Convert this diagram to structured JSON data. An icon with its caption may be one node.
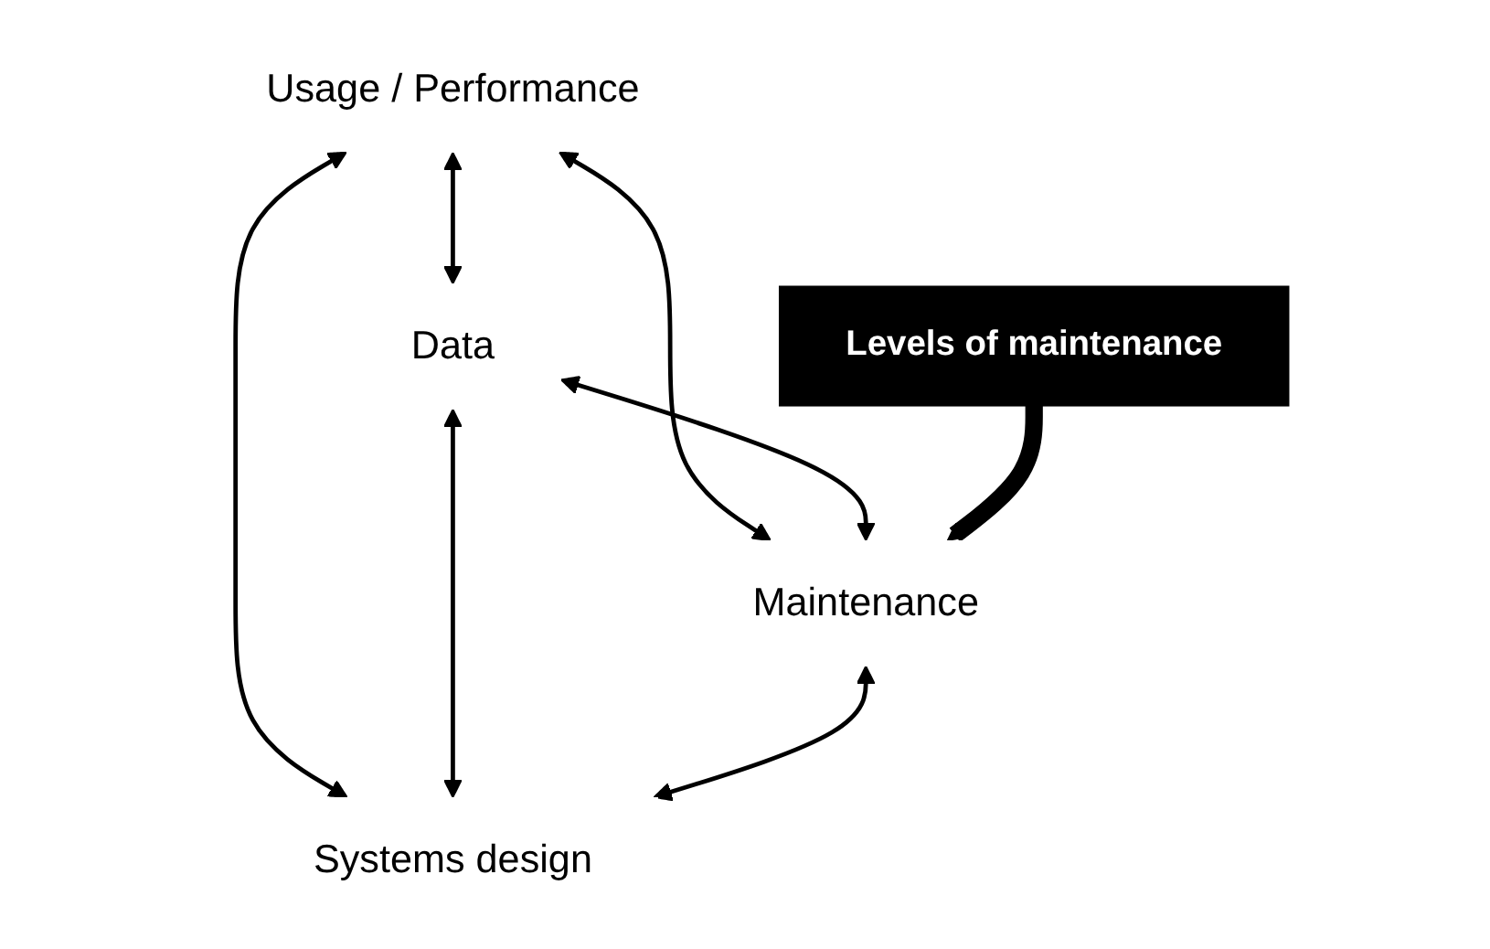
{
  "diagram": {
    "nodes": [
      {
        "text": [
          "Usage / Performance"
        ]
      },
      {
        "text": [
          "Data"
        ]
      },
      {
        "text": [
          "Maintenance"
        ]
      },
      {
        "text": [
          "Systems design"
        ]
      },
      {
        "text": [
          "Levels of maintenance"
        ]
      }
    ],
    "edges": [
      {
        "from": 0,
        "to": 2,
        "arrow": "both"
      },
      {
        "from": 0,
        "to": 3,
        "arrow": "both"
      },
      {
        "from": 0,
        "to": 1,
        "arrow": "both"
      },
      {
        "from": 1,
        "to": 2,
        "arrow": "both"
      },
      {
        "from": 1,
        "to": 3,
        "arrow": "both"
      },
      {
        "from": 2,
        "to": 3,
        "arrow": "both"
      },
      {
        "from": 4,
        "to": 2,
        "arrow": "to",
        "style": "thick"
      }
    ]
  }
}
